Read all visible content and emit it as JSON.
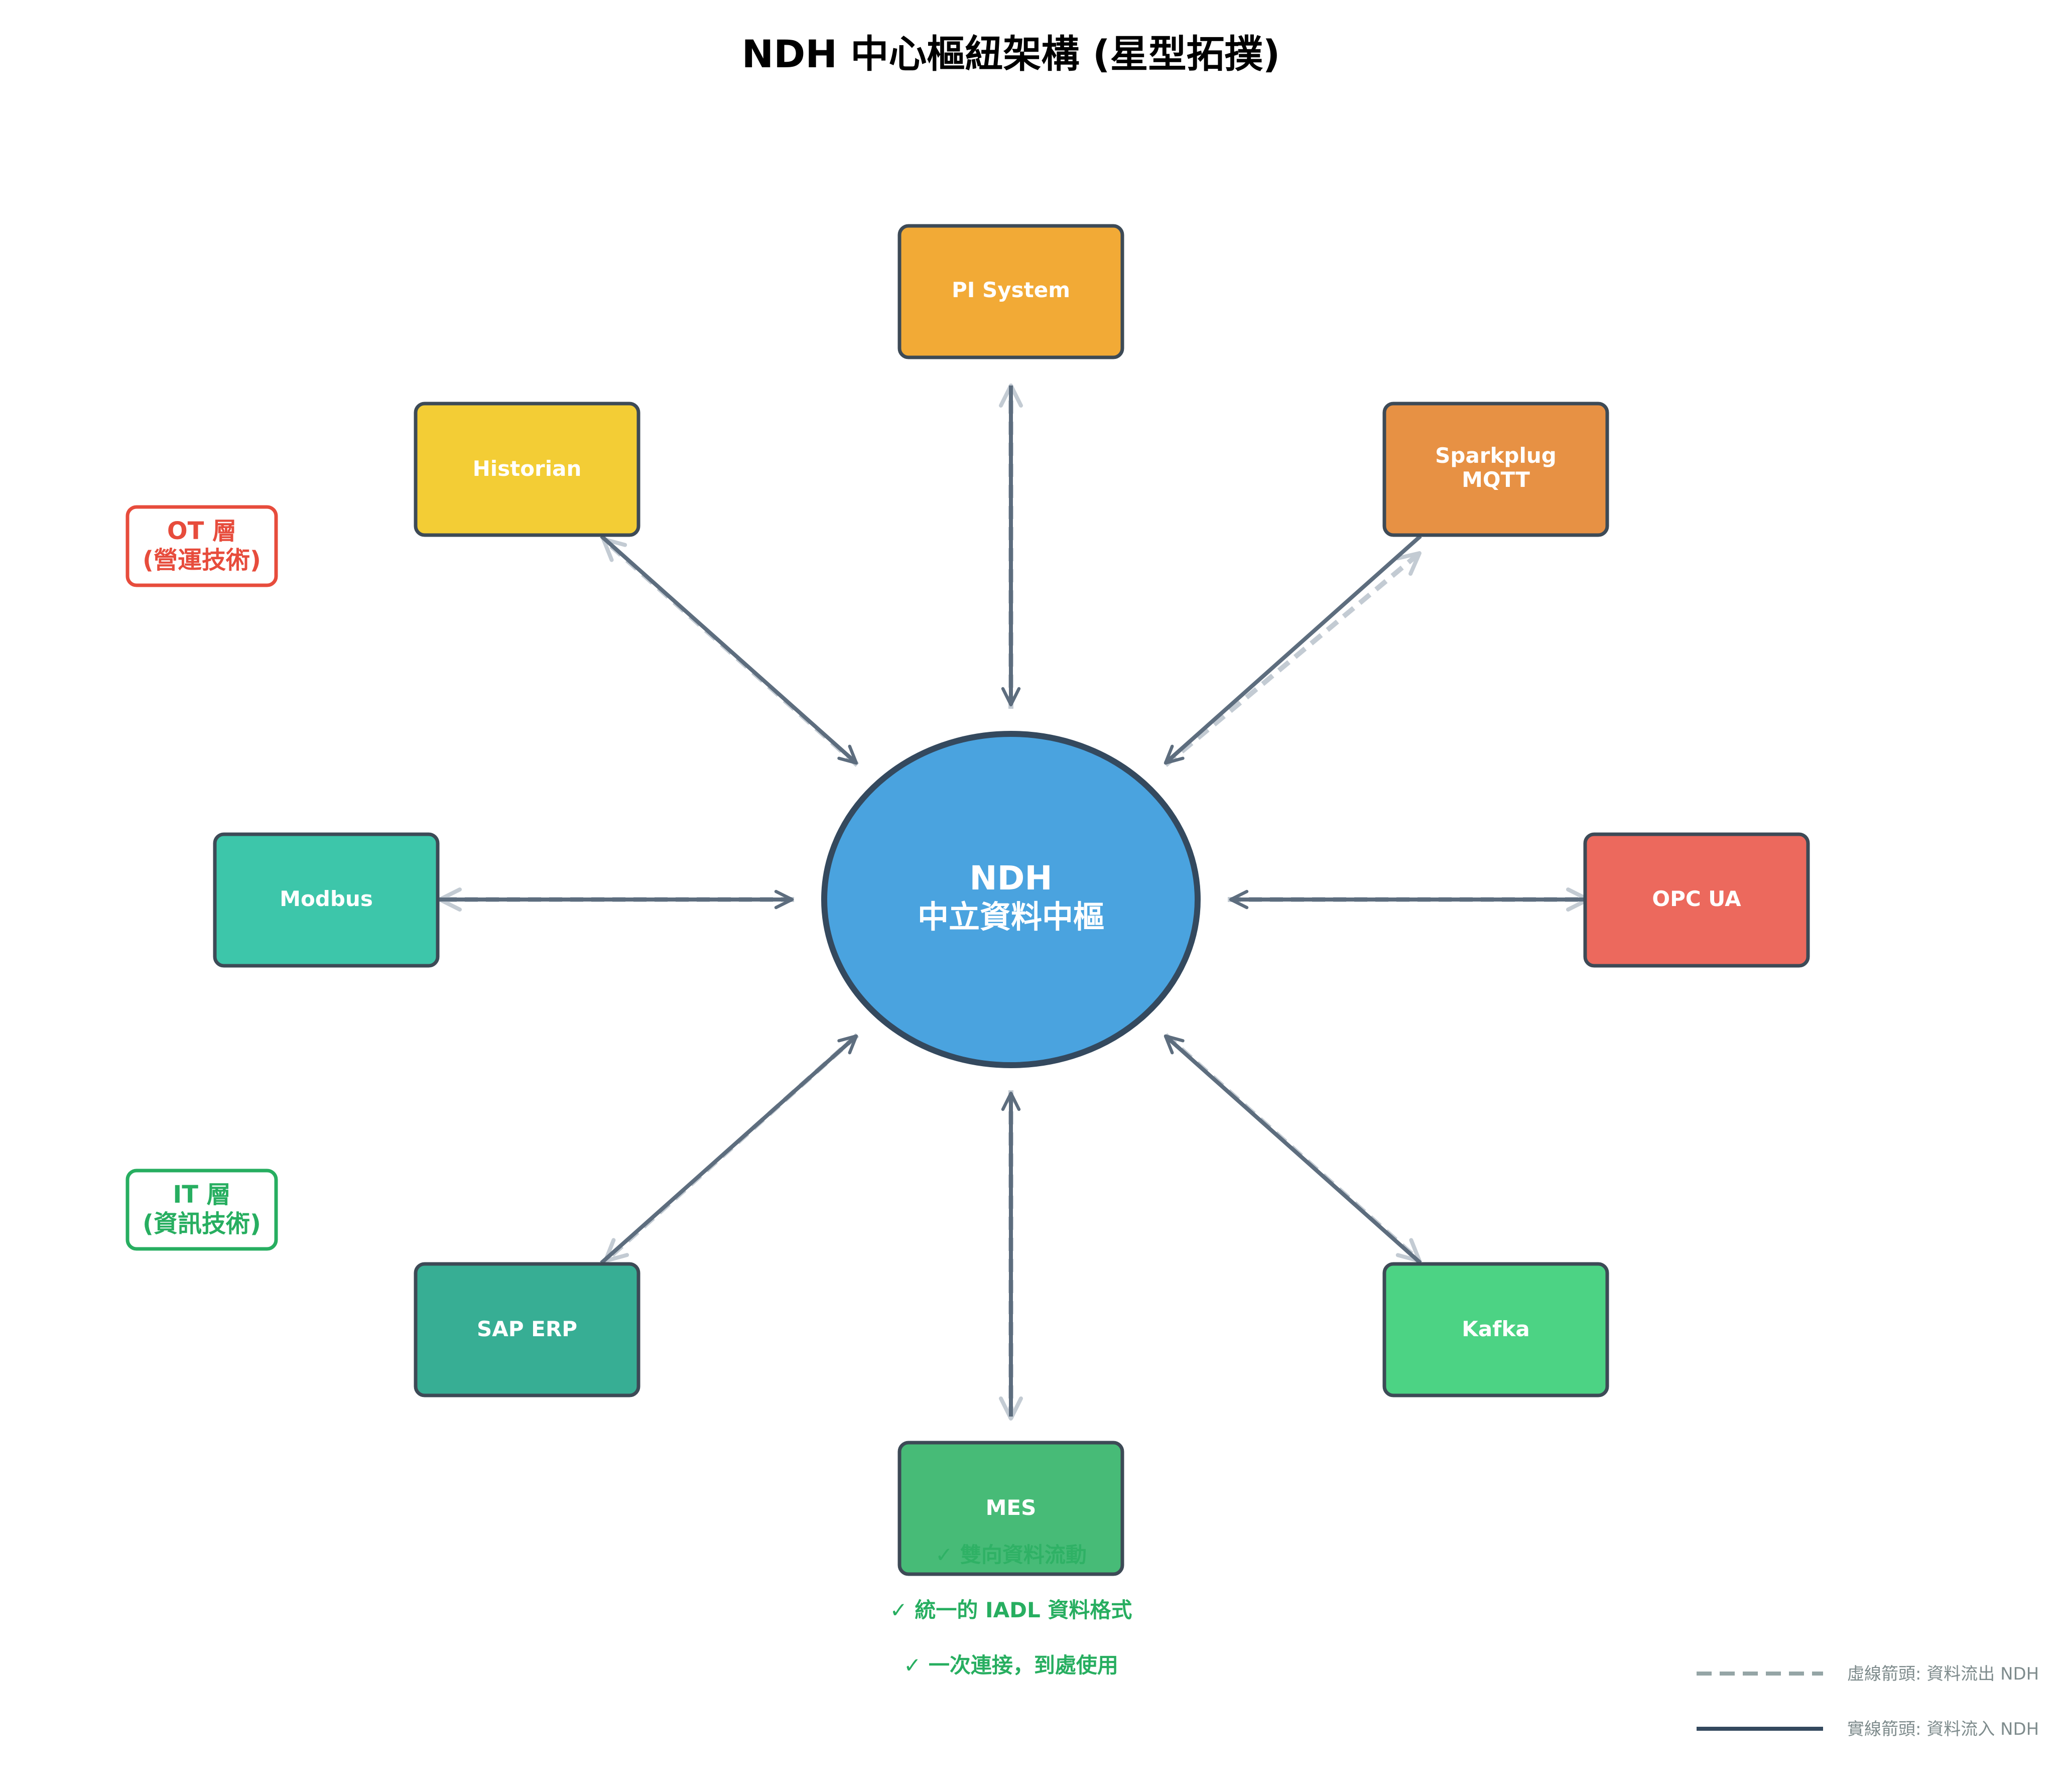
{
  "title": "NDH 中心樞紐架構 (星型拓撲)",
  "hub": {
    "line1": "NDH",
    "line2": "中立資料中樞",
    "fill": "#4aa3df",
    "stroke": "#34495e"
  },
  "nodes": {
    "pi_system": {
      "label": "PI System",
      "fill": "#f2aa36"
    },
    "sparkplug": {
      "label_line1": "Sparkplug",
      "label_line2": "MQTT",
      "fill": "#e79144"
    },
    "opc_ua": {
      "label": "OPC UA",
      "fill": "#ec695d"
    },
    "kafka": {
      "label": "Kafka",
      "fill": "#4cd384"
    },
    "mes": {
      "label": "MES",
      "fill": "#47bb77"
    },
    "sap_erp": {
      "label": "SAP ERP",
      "fill": "#37ae94"
    },
    "modbus": {
      "label": "Modbus",
      "fill": "#3dc6aa"
    },
    "historian": {
      "label": "Historian",
      "fill": "#f3cd35"
    }
  },
  "layers": {
    "ot": {
      "line1": "OT 層",
      "line2": "(營運技術)",
      "color": "#e74c3c"
    },
    "it": {
      "line1": "IT 層",
      "line2": "(資訊技術)",
      "color": "#27ae60"
    }
  },
  "features": [
    "✓ 雙向資料流動",
    "✓ 統一的 IADL 資料格式",
    "✓ 一次連接，到處使用"
  ],
  "legend": {
    "dashed_label": "虛線箭頭: 資料流出 NDH",
    "solid_label": "實線箭頭: 資料流入 NDH"
  },
  "colors": {
    "arrow_in": "#5d6d7e",
    "arrow_out": "#c3cbd3",
    "node_stroke": "#3d4a56"
  }
}
